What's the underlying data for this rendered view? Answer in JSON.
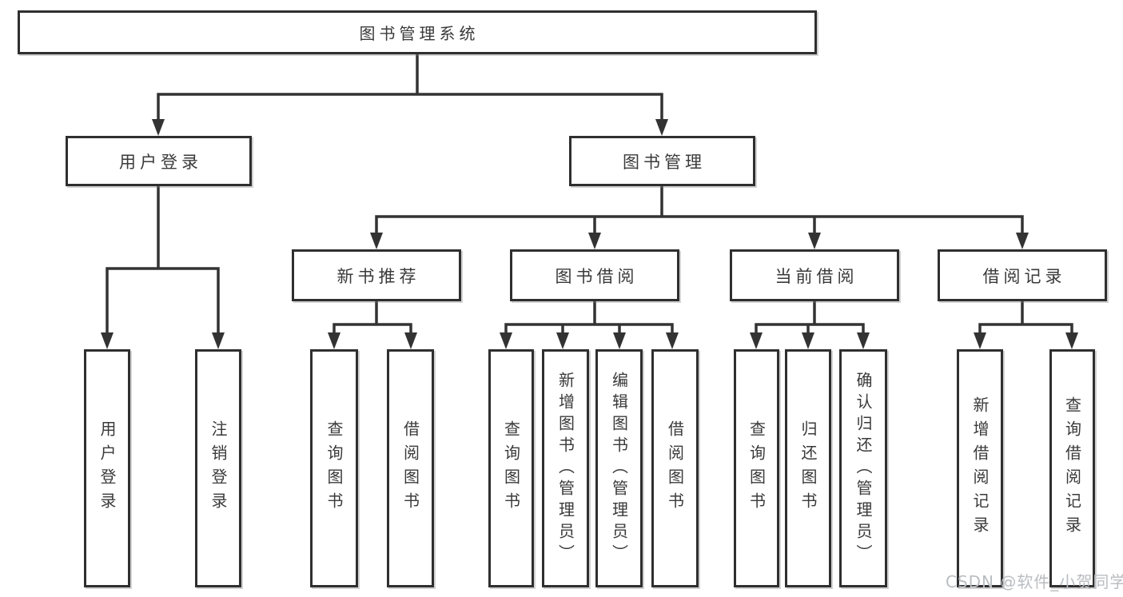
{
  "page": {
    "background": "#ffffff"
  },
  "colors": {
    "connector_line": "#333333",
    "box_border": "#2f2f2f",
    "text": "#3a3a3a",
    "watermark": "#b9bdc1"
  },
  "diagram": {
    "type": "hierarchy-tree",
    "title": "图书管理系统",
    "nodes": {
      "root": "图书管理系统",
      "user_login": "用户登录",
      "book_mgmt": "图书管理",
      "new_book_rec": "新书推荐",
      "book_borrow": "图书借阅",
      "current_borrow": "当前借阅",
      "borrow_records": "借阅记录",
      "ul_user_login": "用户登录",
      "ul_logout": "注销登录",
      "nbr_query_book": "查询图书",
      "nbr_borrow_book": "借阅图书",
      "bb_query_book": "查询图书",
      "bb_add_book": "新增图书（管理员）",
      "bb_edit_book": "编辑图书（管理员）",
      "bb_borrow_book": "借阅图书",
      "cb_query_book": "查询图书",
      "cb_return_book": "归还图书",
      "cb_confirm_return": "确认归还（管理员）",
      "br_add_record": "新增借阅记录",
      "br_query_record": "查询借阅记录"
    },
    "hierarchy": {
      "图书管理系统": [
        "用户登录",
        "图书管理"
      ],
      "用户登录": [
        "用户登录",
        "注销登录"
      ],
      "图书管理": [
        "新书推荐",
        "图书借阅",
        "当前借阅",
        "借阅记录"
      ],
      "新书推荐": [
        "查询图书",
        "借阅图书"
      ],
      "图书借阅": [
        "查询图书",
        "新增图书（管理员）",
        "编辑图书（管理员）",
        "借阅图书"
      ],
      "当前借阅": [
        "查询图书",
        "归还图书",
        "确认归还（管理员）"
      ],
      "借阅记录": [
        "新增借阅记录",
        "查询借阅记录"
      ]
    },
    "watermark": "CSDN @软件_小贺同学"
  }
}
